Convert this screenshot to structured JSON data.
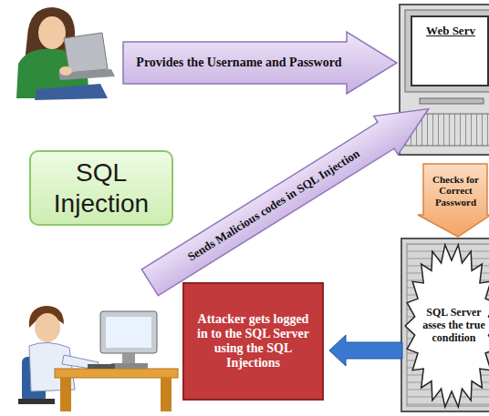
{
  "diagram": {
    "nodes": [
      {
        "text": [
          "Provides the Username and Password"
        ]
      },
      {
        "text": [
          "Web Serv"
        ]
      },
      {
        "text": [
          "SQL Injection"
        ]
      },
      {
        "text": [
          "Sends Malicious codes in SQL Injection"
        ]
      },
      {
        "text": [
          "Checks for Correct Password"
        ]
      },
      {
        "text": [
          "SQL Server asses the true condition"
        ]
      },
      {
        "text": [
          "Attacker gets logged in to the SQL Server using the SQL Injections"
        ]
      }
    ],
    "edges": [
      {
        "from": 5,
        "to": 6,
        "arrow": "to"
      }
    ]
  }
}
